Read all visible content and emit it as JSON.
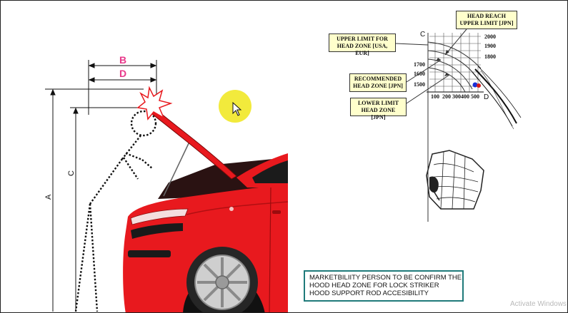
{
  "labels": {
    "b": "B",
    "d": "D",
    "a": "A",
    "c": "C"
  },
  "chart": {
    "c_label": "C",
    "d_label": "D",
    "right_ticks": [
      "2000",
      "1900",
      "1800"
    ],
    "left_ticks": [
      "1700",
      "1600",
      "1500"
    ],
    "bottom_ticks": [
      "100",
      "200",
      "300400",
      "500"
    ]
  },
  "callouts": {
    "head_reach": [
      "HEAD REACH",
      "UPPER LIMIT  [JPN]"
    ],
    "upper_limit": [
      "UPPER LIMIT  FOR",
      "HEAD ZONE  [USA, EUR]"
    ],
    "recommended": [
      "RECOMMENDED",
      "HEAD ZONE [JPN]"
    ],
    "lower_limit": [
      "LOWER LIMIT",
      "HEAD ZONE [JPN]"
    ]
  },
  "note": {
    "lines": [
      "MARKETBILIITY PERSON TO BE CONFIRM THE",
      "HOOD HEAD  ZONE FOR LOCK STRIKER",
      "HOOD SUPPORT  ROD ACCESIBILITY"
    ]
  },
  "watermark": "Activate Windows",
  "colors": {
    "car_red": "#e8191e",
    "pink_label": "#e8388a",
    "cursor_highlight": "#f2ea3c"
  }
}
